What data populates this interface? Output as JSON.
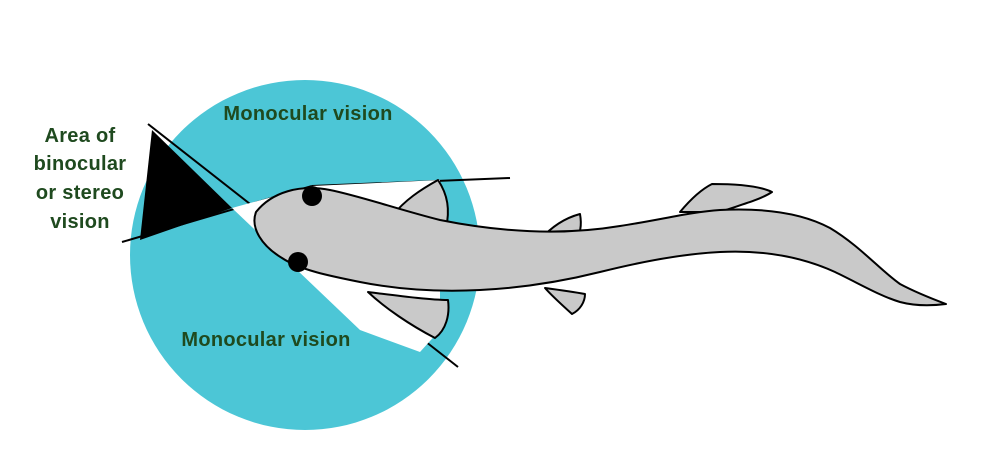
{
  "labels": {
    "monocular_top": "Monocular vision",
    "monocular_bottom": "Monocular vision",
    "binocular_lines": [
      "Area of",
      "binocular",
      "or stereo",
      "vision"
    ]
  },
  "colors": {
    "field": "#4CC6D6",
    "binocular": "#000000",
    "shark_body": "#C9C9C9",
    "shark_white": "#FFFFFF",
    "outline": "#000000",
    "eye": "#000000",
    "label_text": "#1F4A1F"
  },
  "icons": {
    "shark": "shark-top-view",
    "eye": "eye-dot"
  }
}
